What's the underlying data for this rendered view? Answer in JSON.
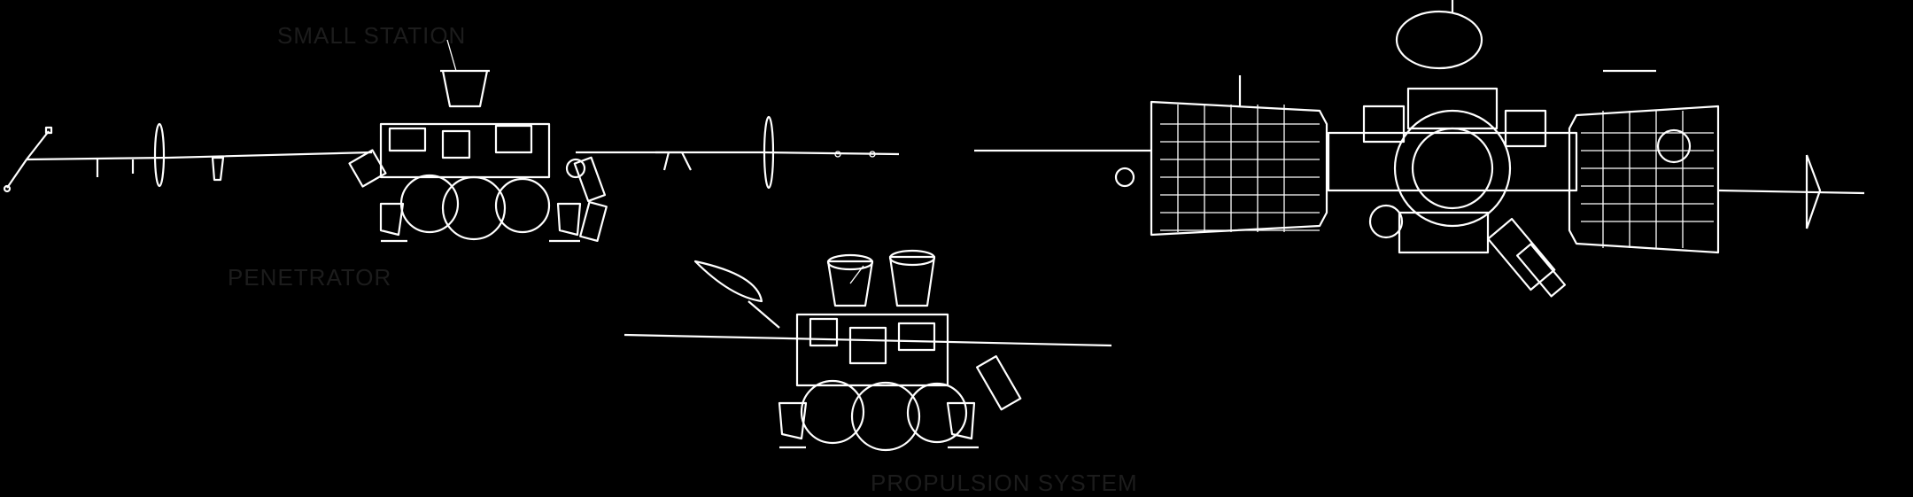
{
  "labels": {
    "small_station": "SMALL STATION",
    "penetrator": "PENETRATOR",
    "propulsion_system": "PROPULSION SYSTEM"
  },
  "colors": {
    "background": "#000000",
    "line": "#ffffff",
    "label": "#1c1c1c"
  }
}
